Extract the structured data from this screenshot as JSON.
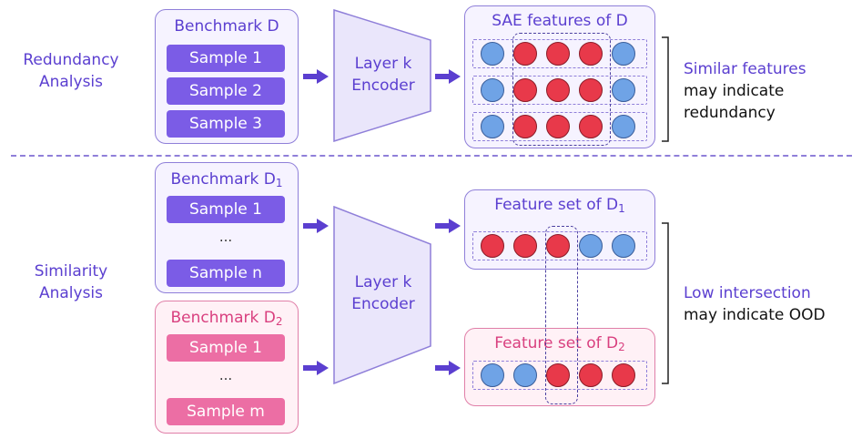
{
  "redundancy": {
    "label_line1": "Redundancy",
    "label_line2": "Analysis",
    "benchmark_title": "Benchmark D",
    "samples": [
      "Sample 1",
      "Sample 2",
      "Sample 3"
    ],
    "encoder_line1": "Layer k",
    "encoder_line2": "Encoder",
    "features_title": "SAE features of D",
    "caption_line1": "Similar features",
    "caption_line2": "may indicate",
    "caption_line3": "redundancy"
  },
  "similarity": {
    "label_line1": "Similarity",
    "label_line2": "Analysis",
    "benchmark1_title": "Benchmark D",
    "benchmark1_sub": "1",
    "benchmark1_samples": [
      "Sample 1",
      "Sample n"
    ],
    "benchmark1_ellipsis": "...",
    "benchmark2_title": "Benchmark D",
    "benchmark2_sub": "2",
    "benchmark2_samples": [
      "Sample 1",
      "Sample m"
    ],
    "benchmark2_ellipsis": "...",
    "encoder_line1": "Layer k",
    "encoder_line2": "Encoder",
    "feature_set1_title": "Feature set of D",
    "feature_set1_sub": "1",
    "feature_set2_title": "Feature set of D",
    "feature_set2_sub": "2",
    "caption_line1": "Low intersection",
    "caption_line2": "may indicate OOD"
  },
  "colors": {
    "purple": "#7b5ce6",
    "pink": "#ec6ea4",
    "red_feature": "#e8394a",
    "blue_feature": "#6fa3e6"
  },
  "feature_rows_top": [
    [
      "blue",
      "red",
      "red",
      "red",
      "blue"
    ],
    [
      "blue",
      "red",
      "red",
      "red",
      "blue"
    ],
    [
      "blue",
      "red",
      "red",
      "red",
      "blue"
    ]
  ],
  "feature_row_d1": [
    "red",
    "red",
    "red",
    "blue",
    "blue"
  ],
  "feature_row_d2": [
    "blue",
    "blue",
    "red",
    "red",
    "red"
  ]
}
